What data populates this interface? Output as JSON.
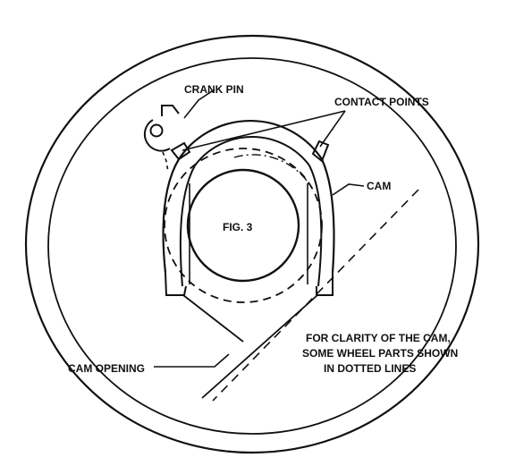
{
  "labels": {
    "crank_pin": "CRANK PIN",
    "contact_points": "CONTACT POINTS",
    "cam": "CAM",
    "figure": "FIG. 3",
    "cam_opening": "CAM OPENING",
    "note_line1": "FOR CLARITY OF THE CAM,",
    "note_line2": "SOME WHEEL PARTS SHOWN",
    "note_line3": "IN DOTTED LINES"
  }
}
